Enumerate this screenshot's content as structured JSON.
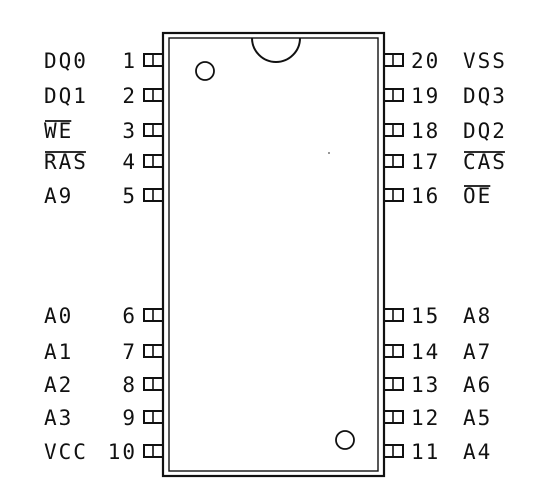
{
  "colors": {
    "ink": "#111111",
    "background": "#ffffff"
  },
  "chip": {
    "pins_left": [
      {
        "number": "1",
        "signal": "DQ0",
        "active_low": false
      },
      {
        "number": "2",
        "signal": "DQ1",
        "active_low": false
      },
      {
        "number": "3",
        "signal": "WE",
        "active_low": true
      },
      {
        "number": "4",
        "signal": "RAS",
        "active_low": true
      },
      {
        "number": "5",
        "signal": "A9",
        "active_low": false
      },
      {
        "number": "6",
        "signal": "A0",
        "active_low": false
      },
      {
        "number": "7",
        "signal": "A1",
        "active_low": false
      },
      {
        "number": "8",
        "signal": "A2",
        "active_low": false
      },
      {
        "number": "9",
        "signal": "A3",
        "active_low": false
      },
      {
        "number": "10",
        "signal": "VCC",
        "active_low": false
      }
    ],
    "pins_right": [
      {
        "number": "20",
        "signal": "VSS",
        "active_low": false
      },
      {
        "number": "19",
        "signal": "DQ3",
        "active_low": false
      },
      {
        "number": "18",
        "signal": "DQ2",
        "active_low": false
      },
      {
        "number": "17",
        "signal": "CAS",
        "active_low": true
      },
      {
        "number": "16",
        "signal": "OE",
        "active_low": true
      },
      {
        "number": "15",
        "signal": "A8",
        "active_low": false
      },
      {
        "number": "14",
        "signal": "A7",
        "active_low": false
      },
      {
        "number": "13",
        "signal": "A6",
        "active_low": false
      },
      {
        "number": "12",
        "signal": "A5",
        "active_low": false
      },
      {
        "number": "11",
        "signal": "A4",
        "active_low": false
      }
    ]
  }
}
